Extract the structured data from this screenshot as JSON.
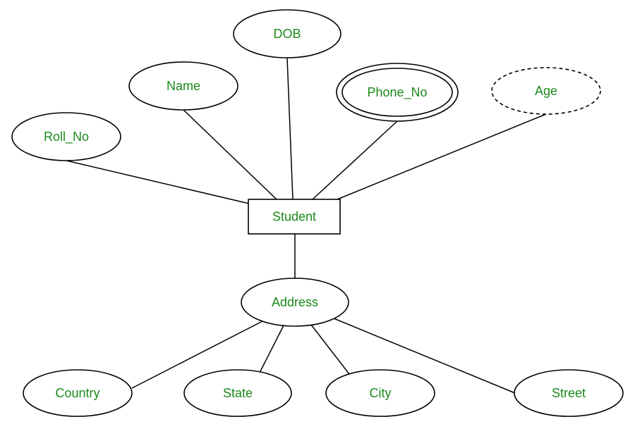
{
  "colors": {
    "label": "#1a8a1a",
    "stroke": "#000000",
    "background": "#ffffff"
  },
  "entity": {
    "id": "student",
    "label": "Student"
  },
  "attributes": [
    {
      "id": "roll-no",
      "label": "Roll_No",
      "kind": "simple"
    },
    {
      "id": "name",
      "label": "Name",
      "kind": "simple"
    },
    {
      "id": "dob",
      "label": "DOB",
      "kind": "simple"
    },
    {
      "id": "phone-no",
      "label": "Phone_No",
      "kind": "multivalued"
    },
    {
      "id": "age",
      "label": "Age",
      "kind": "derived"
    },
    {
      "id": "address",
      "label": "Address",
      "kind": "composite"
    },
    {
      "id": "country",
      "label": "Country",
      "kind": "simple"
    },
    {
      "id": "state",
      "label": "State",
      "kind": "simple"
    },
    {
      "id": "city",
      "label": "City",
      "kind": "simple"
    },
    {
      "id": "street",
      "label": "Street",
      "kind": "simple"
    }
  ],
  "relationships": [
    {
      "from": "student",
      "to": "roll-no"
    },
    {
      "from": "student",
      "to": "name"
    },
    {
      "from": "student",
      "to": "dob"
    },
    {
      "from": "student",
      "to": "phone-no"
    },
    {
      "from": "student",
      "to": "age"
    },
    {
      "from": "student",
      "to": "address"
    },
    {
      "from": "address",
      "to": "country"
    },
    {
      "from": "address",
      "to": "state"
    },
    {
      "from": "address",
      "to": "city"
    },
    {
      "from": "address",
      "to": "street"
    }
  ]
}
